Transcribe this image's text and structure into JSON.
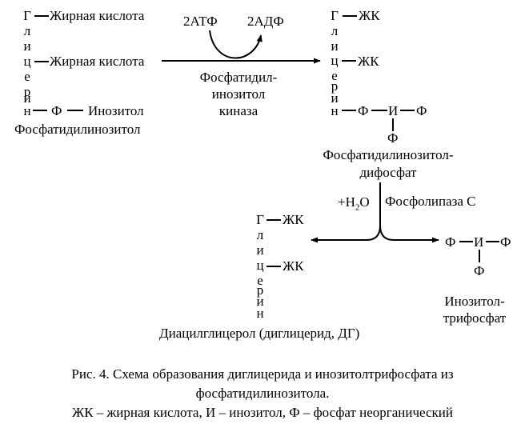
{
  "glycerol_letters": [
    "Г",
    "л",
    "и",
    "ц",
    "е",
    "р",
    "и",
    "н"
  ],
  "left": {
    "row1": "Жирная кислота",
    "row2": "Жирная кислота",
    "row3_phosphate": "Ф",
    "row3_inositol": "Инозитол",
    "name": "Фосфатидилинозитол"
  },
  "reaction1": {
    "atp": "2АТФ",
    "adp": "2АДФ",
    "enzyme_line1": "Фосфатидил-",
    "enzyme_line2": "инозитол",
    "enzyme_line3": "киназа"
  },
  "right": {
    "row1": "ЖК",
    "row2": "ЖК",
    "phosphate_a": "Ф",
    "inositol": "И",
    "phosphate_b": "Ф",
    "phosphate_c": "Ф",
    "name_line1": "Фосфатидилинозитол-",
    "name_line2": "дифосфат"
  },
  "reaction2": {
    "water": "+H",
    "water_sub": "2",
    "water_o": "O",
    "enzyme": "Фосфолипаза С"
  },
  "dg": {
    "row1": "ЖК",
    "row2": "ЖК",
    "name": "Диацилглицерол (диглицерид, ДГ)"
  },
  "ip3": {
    "phosphate_a": "Ф",
    "inositol": "И",
    "phosphate_b": "Ф",
    "phosphate_c": "Ф",
    "name_line1": "Инозитол-",
    "name_line2": "трифосфат"
  },
  "caption": {
    "line1": "Рис. 4. Схема образования диглицерида и инозитолтрифосфата из",
    "line2": "фосфатидилинозитола.",
    "line3": "ЖК – жирная кислота, И – инозитол, Ф – фосфат неорганический"
  }
}
